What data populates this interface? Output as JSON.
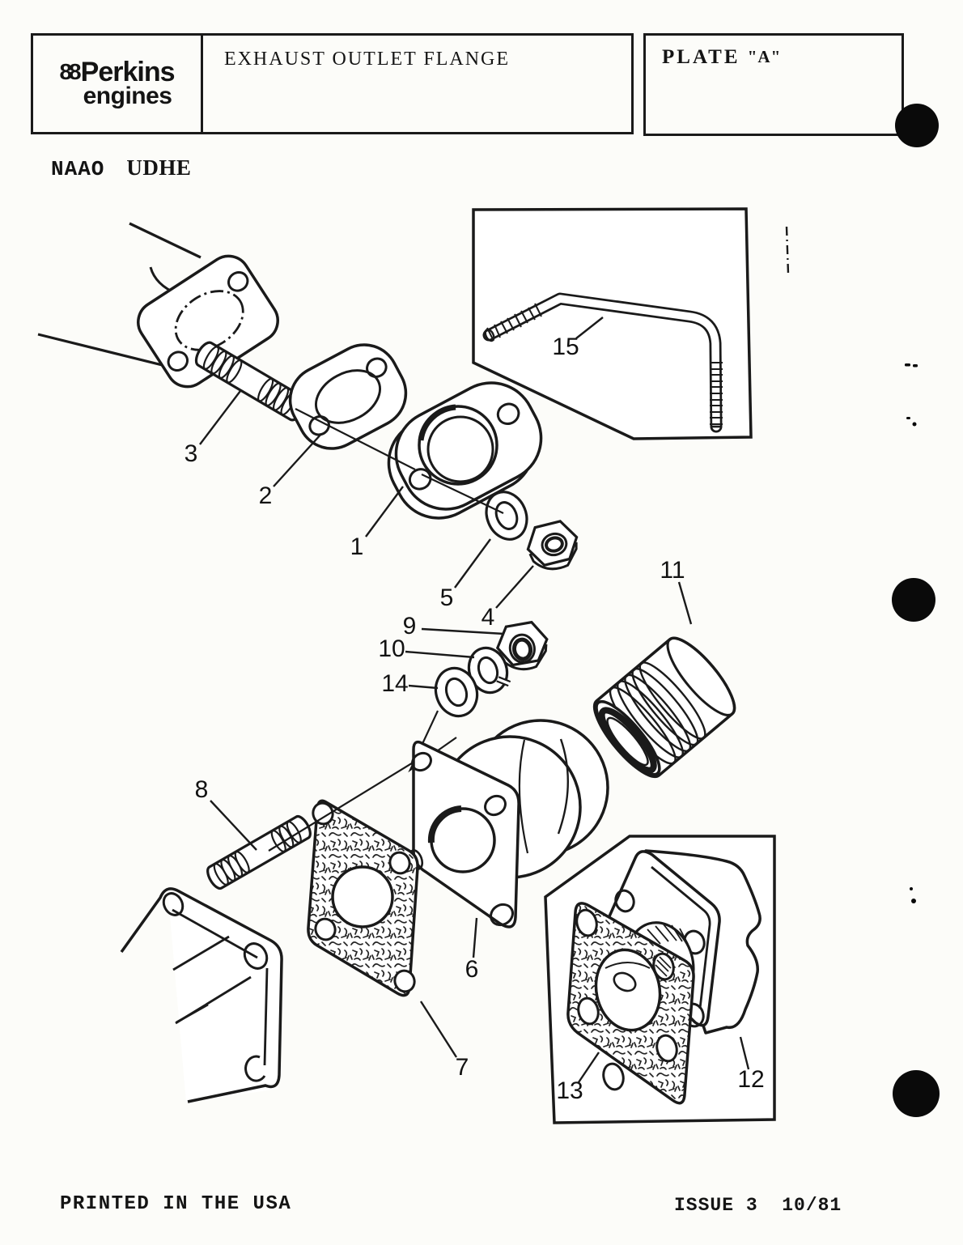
{
  "header": {
    "brand_mark": "88",
    "brand_line1": "Perkins",
    "brand_line2": "engines",
    "title": "EXHAUST OUTLET FLANGE",
    "plate_label": "PLATE",
    "plate_ref": "\"A\""
  },
  "codes": {
    "primary": "NAAO",
    "secondary": "UDHE"
  },
  "footer": {
    "left": "PRINTED IN THE USA",
    "right": "ISSUE 3  10/81"
  },
  "diagram": {
    "callouts": {
      "c1": "1",
      "c2": "2",
      "c3": "3",
      "c4": "4",
      "c5": "5",
      "c6": "6",
      "c7": "7",
      "c8": "8",
      "c9": "9",
      "c10": "10",
      "c11": "11",
      "c12": "12",
      "c13": "13",
      "c14": "14",
      "c15": "15"
    }
  }
}
